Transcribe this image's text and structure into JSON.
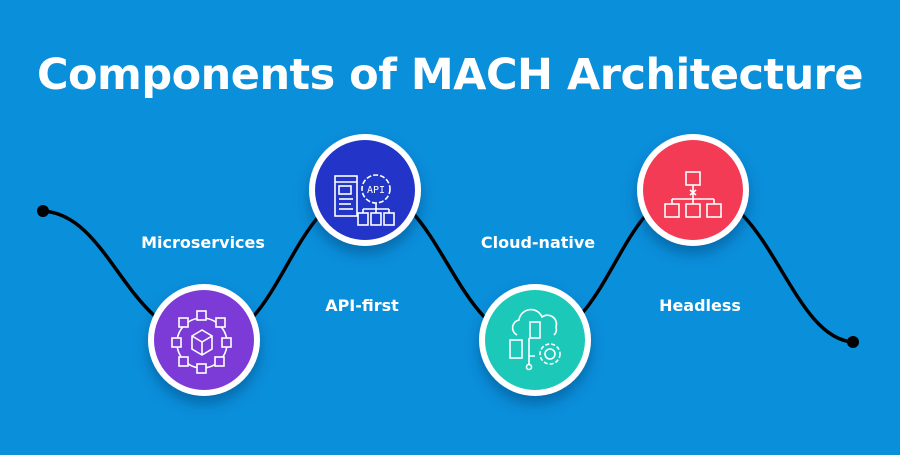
{
  "title": "Components of MACH Architecture",
  "components": [
    {
      "label": "Microservices",
      "icon": "microservices-cubes-icon",
      "color": "#7b3bd6"
    },
    {
      "label": "API-first",
      "icon": "api-gear-icon",
      "color": "#2236c8"
    },
    {
      "label": "Cloud-native",
      "icon": "cloud-server-gear-icon",
      "color": "#1ec9b8"
    },
    {
      "label": "Headless",
      "icon": "hierarchy-icon",
      "color": "#f43a56"
    }
  ],
  "colors": {
    "background": "#0a8fdb",
    "line": "#000000"
  }
}
